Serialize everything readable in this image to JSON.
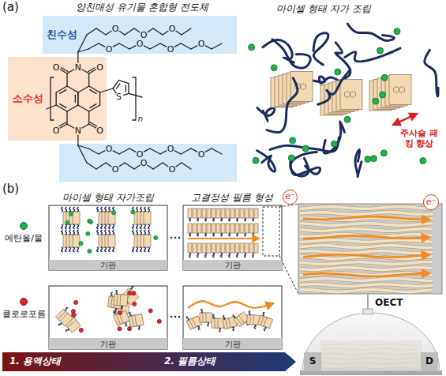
{
  "diagram": {
    "nodes": [
      {
        "text": [
          "친수성"
        ]
      },
      {
        "text": [
          "소수성"
        ]
      },
      {
        "text": [
          "e⁻"
        ]
      },
      {
        "text": [
          "e⁻"
        ]
      },
      {
        "text": [
          "기판"
        ]
      },
      {
        "text": [
          "기판"
        ]
      },
      {
        "text": [
          "기판"
        ]
      },
      {
        "text": [
          "기판"
        ]
      },
      {
        "text": [
          "1. 용액상태",
          "2. 필름상태"
        ]
      },
      {
        "text": [
          "S"
        ]
      },
      {
        "text": [
          "D"
        ]
      }
    ],
    "labels": [
      "(a)",
      "양친매성 유기물 혼합형 전도체",
      "O",
      "O",
      "O",
      "O",
      "O",
      "O",
      "O",
      "O",
      "N",
      "O",
      "S",
      "n",
      "O",
      "N",
      "O",
      "O",
      "O",
      "O",
      "O",
      "O",
      "O",
      "O",
      "마이셀 형태 자가 조립",
      "주사슬 패킹 향상",
      "(b)",
      "마이셀 형태 자가조립",
      "고결정성 필름 형성",
      "에탄올/물",
      "클로로포름",
      "OECT"
    ]
  }
}
